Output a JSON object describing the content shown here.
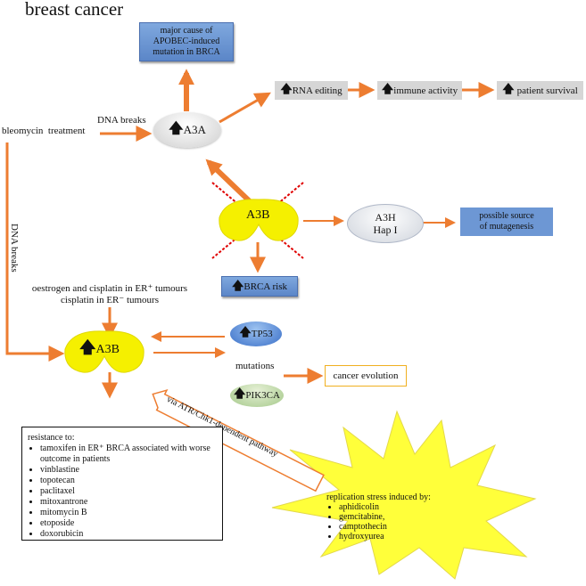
{
  "title": "breast cancer",
  "apobec_box": {
    "line1": "major cause of",
    "line2": "APOBEC-induced",
    "line3": "mutation in BRCA"
  },
  "a3a": {
    "label": "A3A",
    "source_text": "bleomycin  treatment",
    "dna_breaks_1": "DNA breaks",
    "outputs": [
      "RNA editing",
      "immune activity",
      "patient survival"
    ]
  },
  "a3b_top": {
    "label": "A3B",
    "brca_risk": "BRCA risk"
  },
  "a3h": {
    "line1": "A3H",
    "line2": "Hap I",
    "source_line1": "possible source",
    "source_line2": "of mutagenesis"
  },
  "dna_breaks_vertical": "DNA breaks",
  "oestrogen": {
    "line1": "oestrogen and cisplatin in ER⁺ tumours",
    "line2": "cisplatin in ER⁻ tumours"
  },
  "a3b_bottom": {
    "label": "A3B"
  },
  "mutations": {
    "tp53": "TP53",
    "label": "mutations",
    "pik3ca": "PIK3CA",
    "cancer_evolution": "cancer evolution"
  },
  "via_pathway": "via ATR/Chk1-dependent pathway",
  "resistance": {
    "heading": "resistance to:",
    "items": [
      "tamoxifen in ER⁺ BRCA associated with worse outcome in patients",
      "vinblastine",
      "topotecan",
      "paclitaxel",
      "mitoxantrone",
      "mitomycin B",
      "etoposide",
      "doxorubicin"
    ]
  },
  "replication": {
    "heading": "replication stress induced by:",
    "items": [
      "aphidicolin",
      "gemcitabine,",
      "camptothecin",
      "hydroxyurea"
    ]
  },
  "colors": {
    "arrow": "#ed7d31",
    "yellow": "#ffff00",
    "blue_box": "#6d97d4",
    "grey_box": "#d6d6d6",
    "cross": "#e00000"
  }
}
